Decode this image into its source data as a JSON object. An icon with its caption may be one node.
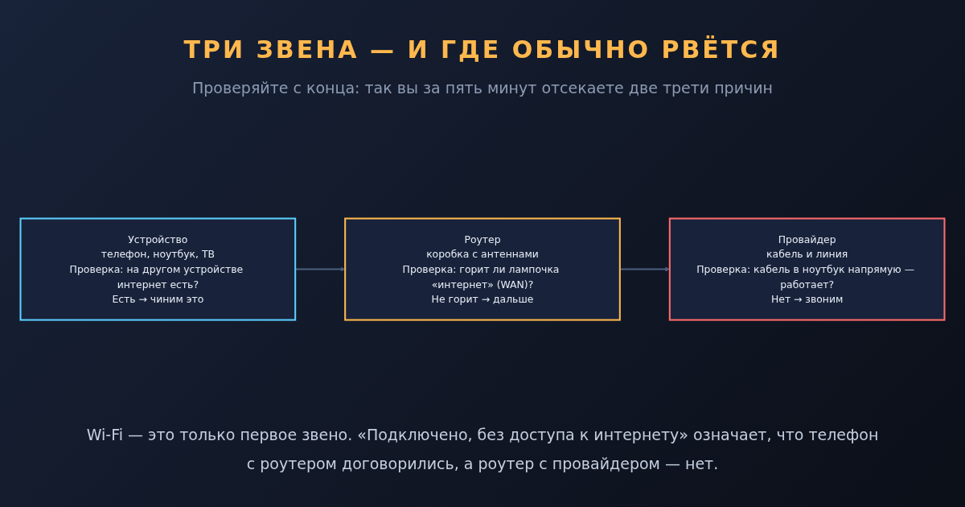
{
  "diagram": {
    "title": "ТРИ ЗВЕНА — И ГДЕ ОБЫЧНО РВЁТСЯ",
    "labels": [
      "Проверяйте с конца: так вы за пять минут отсекаете две трети причин"
    ],
    "nodes": [
      {
        "text": [
          "Устройство",
          "телефон, ноутбук, ТВ",
          "Проверка: на другом устройстве интернет есть?",
          "Есть → чиним это"
        ]
      },
      {
        "text": [
          "Роутер",
          "коробка с антеннами",
          "Проверка: горит ли лампочка «интернет» (WAN)?",
          "Не горит → дальше"
        ]
      },
      {
        "text": [
          "Провайдер",
          "кабель и линия",
          "Проверка: кабель в ноутбук напрямую — работает?",
          "Нет → звоним"
        ]
      }
    ],
    "edges": [
      {
        "from": 0,
        "to": 1,
        "arrow": "to"
      },
      {
        "from": 1,
        "to": 2,
        "arrow": "to"
      }
    ],
    "caption": "Wi-Fi — это только первое звено. «Подключено, без доступа к интернету» означает, что телефон с роутером договорились, а роутер с провайдером — нет."
  }
}
